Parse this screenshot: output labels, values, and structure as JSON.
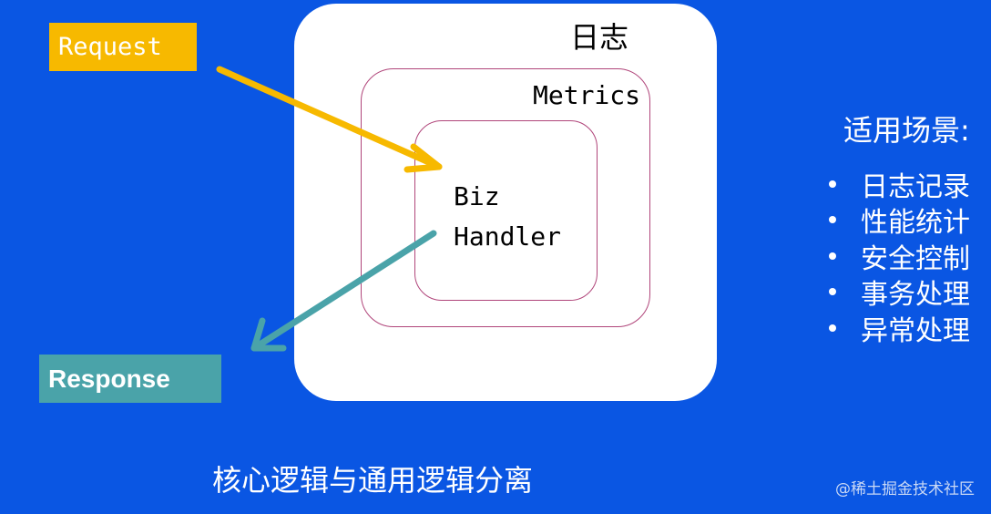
{
  "diagram": {
    "outer_layer_label": "日志",
    "middle_layer_label": "Metrics",
    "inner_layer_label_line1": "Biz",
    "inner_layer_label_line2": "Handler",
    "request_label": "Request",
    "response_label": "Response",
    "request_color": "#f7b900",
    "response_color": "#4aa3a9"
  },
  "scenarios": {
    "title": "适用场景:",
    "items": [
      "日志记录",
      "性能统计",
      "安全控制",
      "事务处理",
      "异常处理"
    ]
  },
  "caption": "核心逻辑与通用逻辑分离",
  "watermark": "@稀土掘金技术社区",
  "colors": {
    "background": "#0a56e3",
    "layer_border": "#b0457a"
  }
}
